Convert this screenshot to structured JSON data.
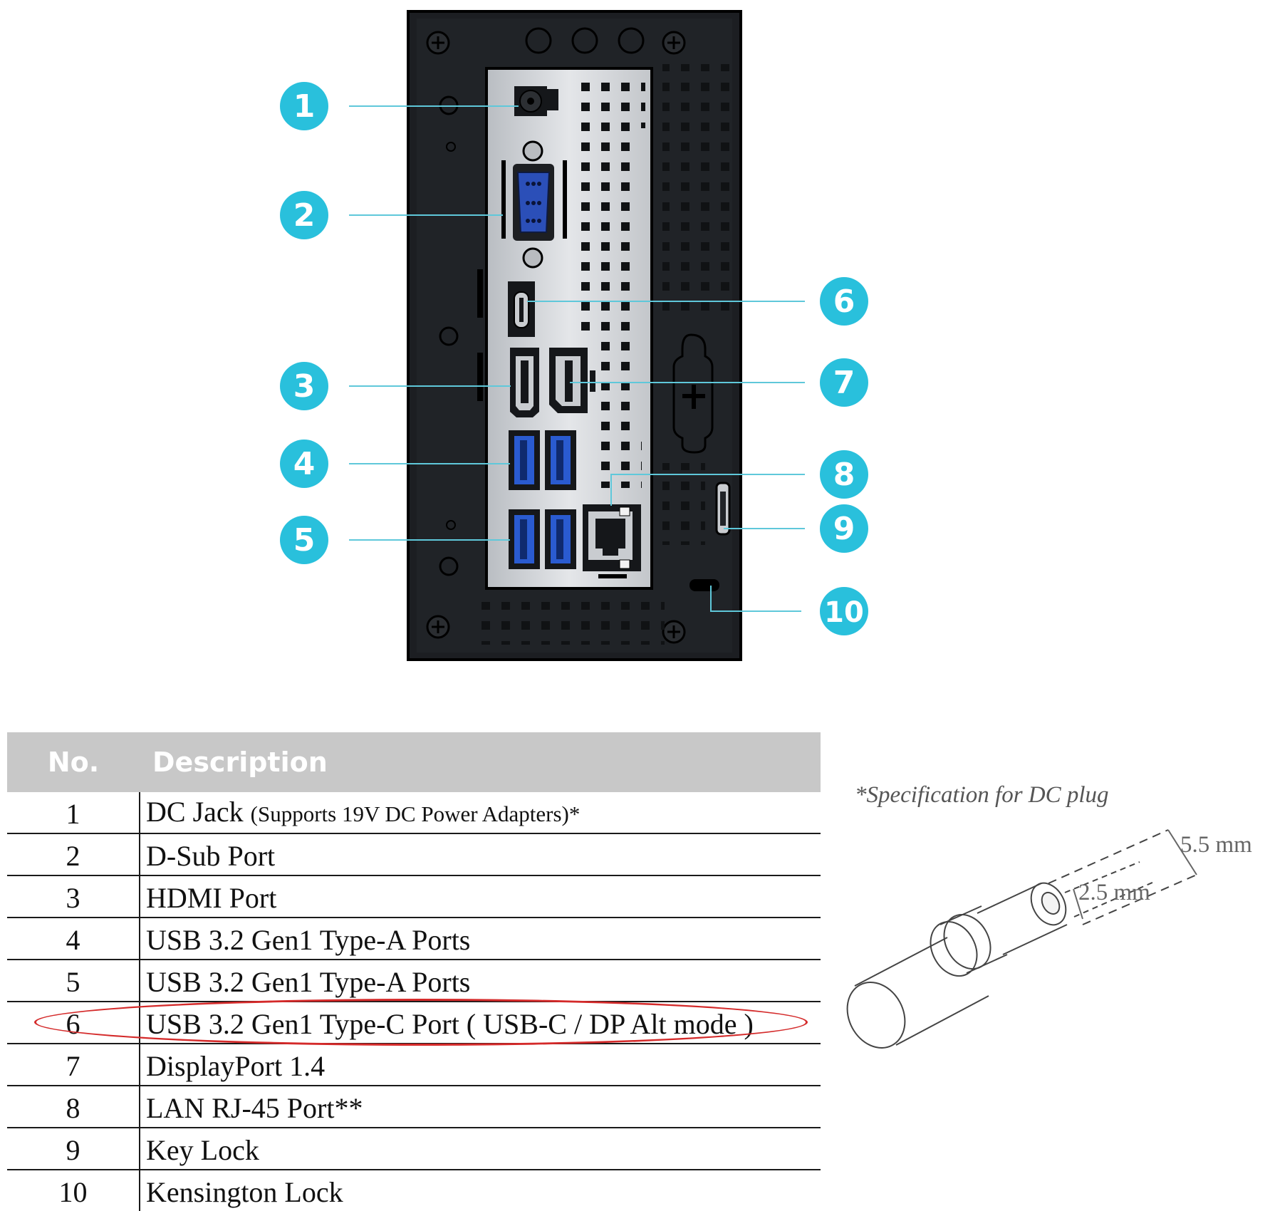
{
  "callouts": [
    {
      "number": "1",
      "port": "DC Jack"
    },
    {
      "number": "2",
      "port": "D-Sub Port"
    },
    {
      "number": "3",
      "port": "HDMI Port"
    },
    {
      "number": "4",
      "port": "USB 3.2 Gen1 Type-A Ports"
    },
    {
      "number": "5",
      "port": "USB 3.2 Gen1 Type-A Ports"
    },
    {
      "number": "6",
      "port": "USB 3.2 Gen1 Type-C Port"
    },
    {
      "number": "7",
      "port": "DisplayPort 1.4"
    },
    {
      "number": "8",
      "port": "LAN RJ-45 Port"
    },
    {
      "number": "9",
      "port": "Key Lock"
    },
    {
      "number": "10",
      "port": "Kensington Lock"
    }
  ],
  "table": {
    "headers": {
      "no": "No.",
      "description": "Description"
    },
    "rows": [
      {
        "no": "1",
        "description": "DC Jack",
        "note": "(Supports 19V DC Power Adapters)*"
      },
      {
        "no": "2",
        "description": "D-Sub Port",
        "note": ""
      },
      {
        "no": "3",
        "description": "HDMI Port",
        "note": ""
      },
      {
        "no": "4",
        "description": "USB 3.2 Gen1 Type-A Ports",
        "note": ""
      },
      {
        "no": "5",
        "description": "USB 3.2 Gen1 Type-A Ports",
        "note": ""
      },
      {
        "no": "6",
        "description": "USB 3.2 Gen1 Type-C Port ( USB-C / DP Alt mode )",
        "note": ""
      },
      {
        "no": "7",
        "description": "DisplayPort 1.4",
        "note": ""
      },
      {
        "no": "8",
        "description": "LAN RJ-45 Port**",
        "note": ""
      },
      {
        "no": "9",
        "description": "Key Lock",
        "note": ""
      },
      {
        "no": "10",
        "description": "Kensington Lock",
        "note": ""
      }
    ],
    "highlighted_row": "6"
  },
  "dc_plug": {
    "caption": "*Specification for DC plug",
    "outer_diameter": "5.5 mm",
    "inner_diameter": "2.5 mm"
  },
  "colors": {
    "callout": "#29c0dc",
    "callout_line": "#5fc8da",
    "chassis": "#1c1e22",
    "io_shield": "#cfd2d6",
    "header_bg": "#c8c8c8",
    "highlight": "#d42a2a",
    "vga_blue": "#2b4fb8",
    "usb_blue": "#2a5bd0"
  }
}
